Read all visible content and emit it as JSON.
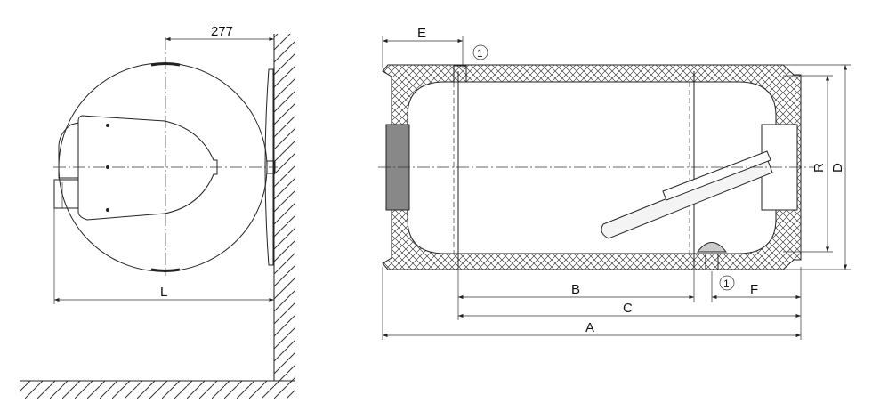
{
  "side_view": {
    "dim_wall_offset": "277",
    "dim_length": "L"
  },
  "front_view": {
    "dim_e": "E",
    "dim_b": "B",
    "dim_c": "C",
    "dim_a": "A",
    "dim_f": "F",
    "dim_r": "R",
    "dim_d": "D",
    "marker_top": "1",
    "marker_bottom": "1"
  }
}
